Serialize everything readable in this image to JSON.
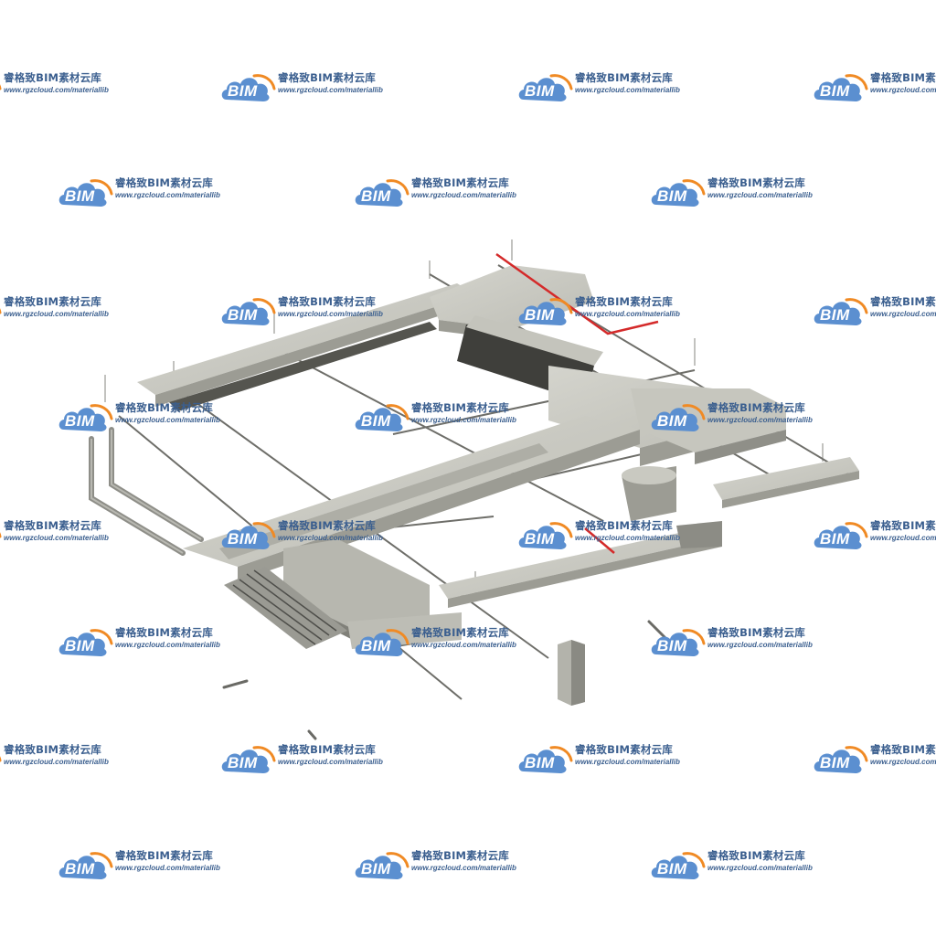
{
  "watermark": {
    "brand_mark": "BIM",
    "title": "睿格致BIM素材云库",
    "url": "www.rgzcloud.com/materiallib",
    "colors": {
      "cloud_blue": "#5b8fd0",
      "swoosh_orange": "#f08a24",
      "text_blue": "#3b5f8f"
    }
  },
  "model": {
    "subject": "isometric-mep-duct-and-pipe-model",
    "colors": {
      "duct_top": "#c9c9c1",
      "duct_side": "#9c9c94",
      "duct_dark": "#55554f",
      "pipe": "#8e8e88",
      "accent_pipe": "#d42a2a",
      "background": "#ffffff"
    }
  }
}
